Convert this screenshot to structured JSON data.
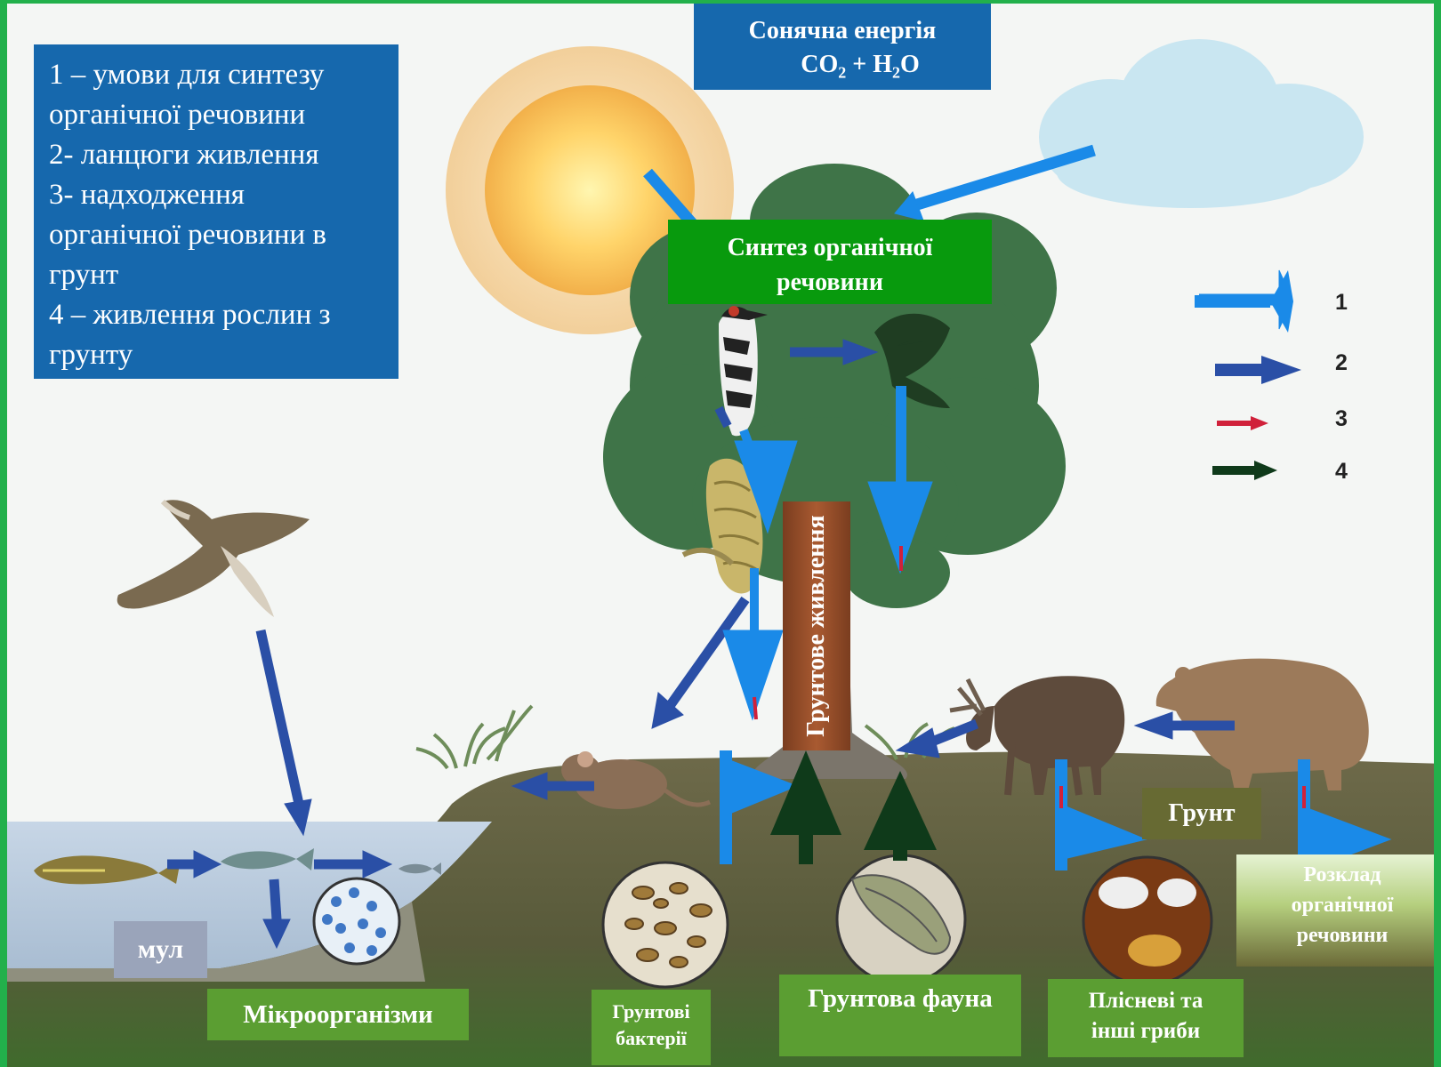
{
  "legend": {
    "lines": [
      "1 – умови для синтезу",
      "органічної речовини",
      "2- ланцюги живлення",
      "3- надходження",
      "органічної речовини в",
      "грунт",
      "4 – живлення рослин з",
      "грунту"
    ]
  },
  "solar_box": {
    "line1": "Сонячна енергія",
    "co": "CO",
    "sub2a": "2",
    "plus_h": " + H",
    "sub2b": "2",
    "o": "O"
  },
  "synthesis_box": {
    "line1": "Синтез органічної",
    "line2": "речовини"
  },
  "soil_nutrition_label": "Грунтове живлення",
  "soil_label": "Грунт",
  "decomposition_label": {
    "line1": "Розклад",
    "line2": "органічної",
    "line3": "речовини"
  },
  "silt_label": "мул",
  "microorganisms_label": "Мікроорганізми",
  "soil_bacteria_label": {
    "line1": "Грунтові",
    "line2": "бактерії"
  },
  "soil_fauna_label": "Грунтова фауна",
  "fungi_label": {
    "line1": "Плісневі та",
    "line2": "інші гриби"
  },
  "arrow_legend": [
    {
      "num": "1",
      "color": "#1a8ae8"
    },
    {
      "num": "2",
      "color": "#2a4fa6"
    },
    {
      "num": "3",
      "color": "#d0213a"
    },
    {
      "num": "4",
      "color": "#0f3a1a"
    }
  ],
  "colors": {
    "border": "#22b04b",
    "blue_box": "#1668ad",
    "green_box": "#089a0d",
    "label_green": "#5b9e32",
    "soil_box": "#676a33",
    "arrow_type1": "#1a8ae8",
    "arrow_type2": "#2a4fa6",
    "arrow_type4": "#0f3a1a",
    "ground": "#6b6848",
    "water": "#b9ccde"
  },
  "icons": [
    "sun-icon",
    "cloud-icon",
    "tree-icon",
    "woodpecker-icon",
    "leaf-icon",
    "caterpillar-icon",
    "hawk-icon",
    "mouse-icon",
    "moose-icon",
    "bear-icon",
    "pike-icon",
    "fish-icon",
    "small-fish-icon",
    "microorganisms-icon",
    "soil-bacteria-icon",
    "soil-fauna-icon",
    "fungi-icon"
  ]
}
